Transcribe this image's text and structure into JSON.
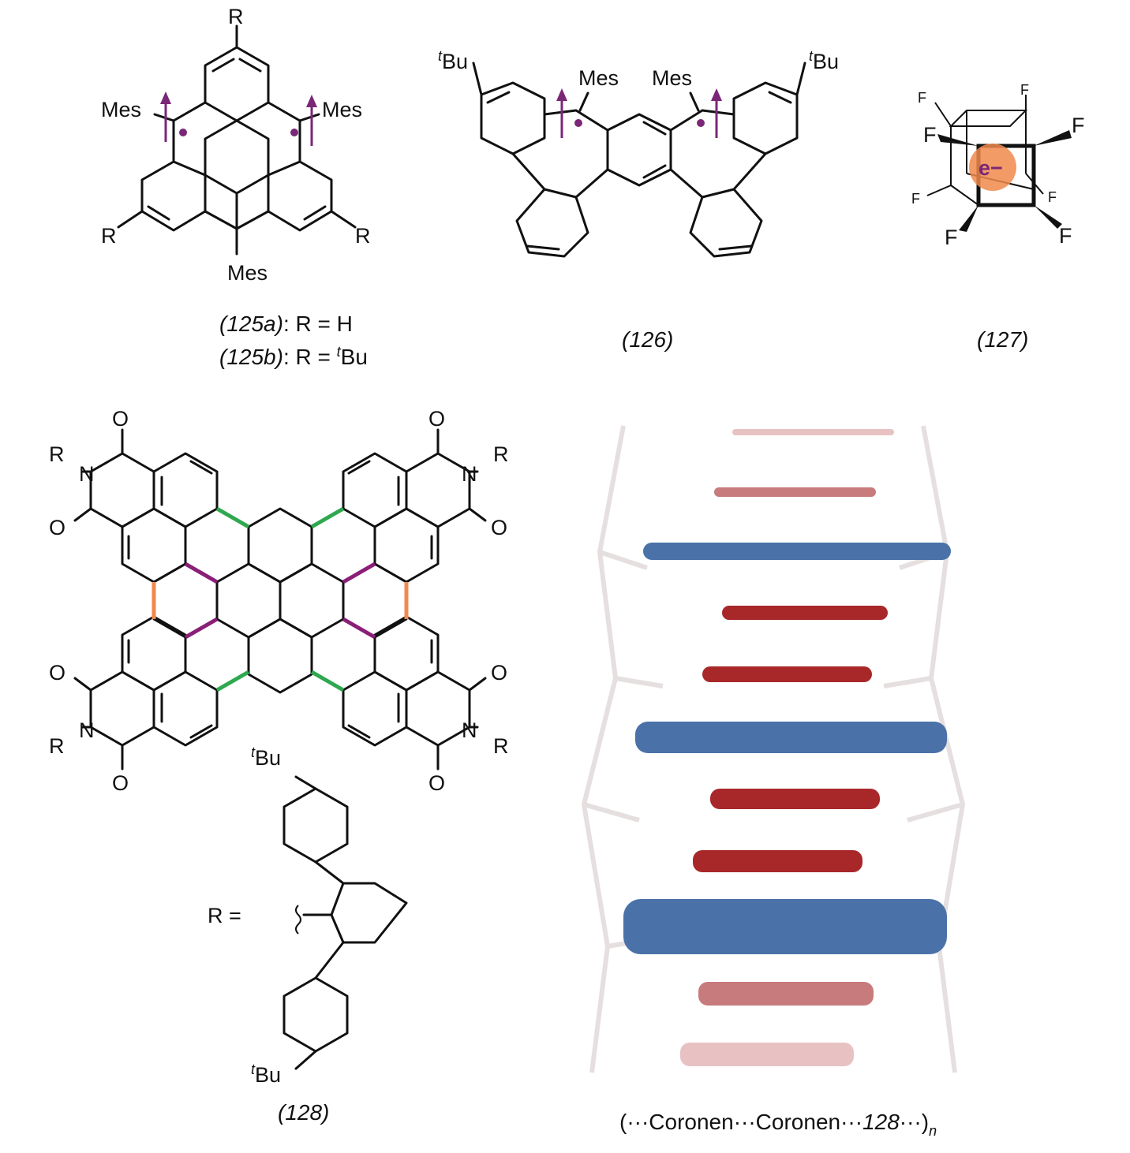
{
  "compounds": {
    "c125": {
      "mes_top_left": "Mes",
      "mes_top_right": "Mes",
      "mes_bottom": "Mes",
      "r_top": "R",
      "r_left": "R",
      "r_right": "R",
      "caption_a_id": "(125a)",
      "caption_a_rest": ": R = H",
      "caption_b_id": "(125b)",
      "caption_b_rest": ": R = ",
      "caption_b_sup": "t",
      "caption_b_tail": "Bu"
    },
    "c126": {
      "tbu_left_sup": "t",
      "tbu_left": "Bu",
      "tbu_right_sup": "t",
      "tbu_right": "Bu",
      "mes_left": "Mes",
      "mes_right": "Mes",
      "caption": "(126)"
    },
    "c127": {
      "f_labels": [
        "F",
        "F",
        "F",
        "F",
        "F",
        "F",
        "F",
        "F"
      ],
      "electron": "e−",
      "caption": "(127)"
    },
    "c128": {
      "o_labels": [
        "O",
        "O",
        "O",
        "O",
        "O",
        "O",
        "O",
        "O"
      ],
      "n_labels": [
        "N",
        "N",
        "N",
        "N"
      ],
      "r_labels": [
        "R",
        "R",
        "R",
        "R"
      ],
      "r_def": "R =",
      "tbu_top_sup": "t",
      "tbu_top": "Bu",
      "tbu_bottom_sup": "t",
      "tbu_bottom": "Bu",
      "caption": "(128)"
    },
    "stack": {
      "caption_open": "(···Coronen···Coronen···",
      "caption_mid": "128",
      "caption_close": "···)",
      "caption_sub": "n"
    }
  },
  "colors": {
    "spin_purple": "#7b2777",
    "bond_green": "#2fa84f",
    "bond_purple": "#8a1f78",
    "bond_orange": "#ef8a4c",
    "coronene_red": "#a8282a",
    "molecule_blue": "#4a72a8",
    "electron_orange": "#f08a4b"
  }
}
